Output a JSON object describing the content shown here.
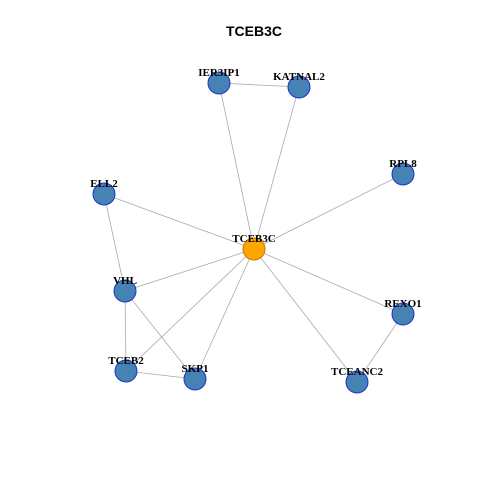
{
  "title": "TCEB3C",
  "colors": {
    "center_fill": "#FFA500",
    "center_stroke": "#C87800",
    "node_fill": "#4682B4",
    "node_stroke": "#1A33CC",
    "edge": "#AAAAAA"
  },
  "nodes": [
    {
      "id": "TCEB3C",
      "label": "TCEB3C",
      "center": true
    },
    {
      "id": "IER3IP1",
      "label": "IER3IP1"
    },
    {
      "id": "KATNAL2",
      "label": "KATNAL2"
    },
    {
      "id": "RPL8",
      "label": "RPL8"
    },
    {
      "id": "ELL2",
      "label": "ELL2"
    },
    {
      "id": "VHL",
      "label": "VHL"
    },
    {
      "id": "REXO1",
      "label": "REXO1"
    },
    {
      "id": "TCEB2",
      "label": "TCEB2"
    },
    {
      "id": "SKP1",
      "label": "SKP1"
    },
    {
      "id": "TCEANC2",
      "label": "TCEANC2"
    }
  ],
  "edges": [
    [
      "IER3IP1",
      "KATNAL2"
    ],
    [
      "IER3IP1",
      "TCEB3C"
    ],
    [
      "KATNAL2",
      "TCEB3C"
    ],
    [
      "RPL8",
      "TCEB3C"
    ],
    [
      "ELL2",
      "TCEB3C"
    ],
    [
      "ELL2",
      "VHL"
    ],
    [
      "VHL",
      "TCEB3C"
    ],
    [
      "VHL",
      "TCEB2"
    ],
    [
      "VHL",
      "SKP1"
    ],
    [
      "TCEB2",
      "TCEB3C"
    ],
    [
      "TCEB2",
      "SKP1"
    ],
    [
      "SKP1",
      "TCEB3C"
    ],
    [
      "TCEANC2",
      "TCEB3C"
    ],
    [
      "REXO1",
      "TCEB3C"
    ],
    [
      "REXO1",
      "TCEANC2"
    ]
  ]
}
